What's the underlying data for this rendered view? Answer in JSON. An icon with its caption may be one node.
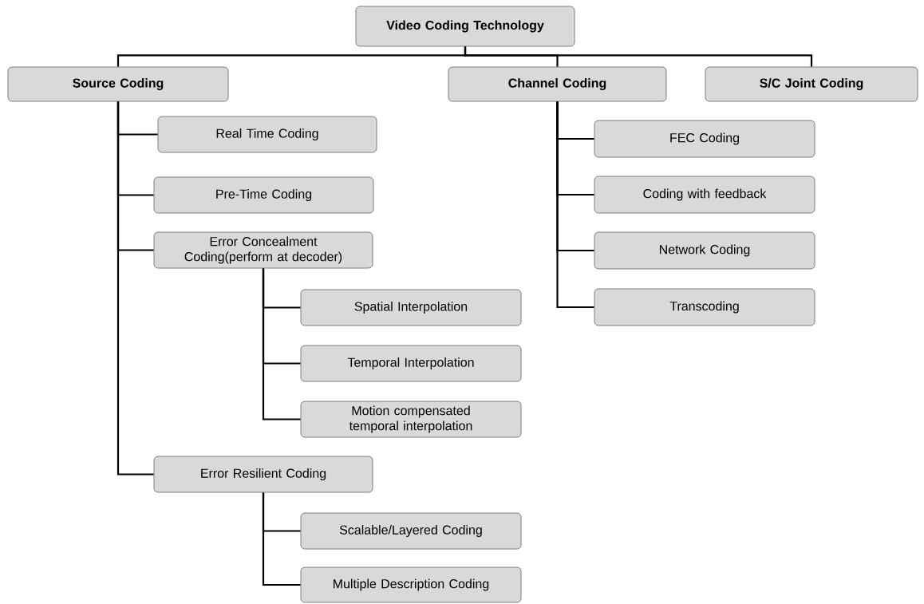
{
  "diagram": {
    "nodes": [
      {
        "text": [
          "Video Coding Technology"
        ]
      },
      {
        "text": [
          "Source Coding"
        ]
      },
      {
        "text": [
          "Channel Coding"
        ]
      },
      {
        "text": [
          "S/C Joint Coding"
        ]
      },
      {
        "text": [
          "Real Time Coding"
        ]
      },
      {
        "text": [
          "Pre-Time Coding"
        ]
      },
      {
        "text": [
          "Error Concealment Coding(perform at decoder)"
        ]
      },
      {
        "text": [
          "Spatial Interpolation"
        ]
      },
      {
        "text": [
          "Temporal Interpolation"
        ]
      },
      {
        "text": [
          "Motion compensated temporal interpolation"
        ]
      },
      {
        "text": [
          "Error Resilient Coding"
        ]
      },
      {
        "text": [
          "Scalable/Layered Coding"
        ]
      },
      {
        "text": [
          "Multiple Description Coding"
        ]
      },
      {
        "text": [
          "FEC Coding"
        ]
      },
      {
        "text": [
          "Coding with feedback"
        ]
      },
      {
        "text": [
          "Network Coding"
        ]
      },
      {
        "text": [
          "Transcoding"
        ]
      }
    ],
    "edges": [
      {
        "from": 0,
        "to": 1,
        "arrow": "none"
      },
      {
        "from": 0,
        "to": 2,
        "arrow": "none"
      },
      {
        "from": 0,
        "to": 3,
        "arrow": "none"
      },
      {
        "from": 1,
        "to": 4,
        "arrow": "none"
      },
      {
        "from": 1,
        "to": 5,
        "arrow": "none"
      },
      {
        "from": 1,
        "to": 6,
        "arrow": "none"
      },
      {
        "from": 6,
        "to": 7,
        "arrow": "none"
      },
      {
        "from": 6,
        "to": 8,
        "arrow": "none"
      },
      {
        "from": 6,
        "to": 9,
        "arrow": "none"
      },
      {
        "from": 1,
        "to": 10,
        "arrow": "none"
      },
      {
        "from": 10,
        "to": 11,
        "arrow": "none"
      },
      {
        "from": 10,
        "to": 12,
        "arrow": "none"
      },
      {
        "from": 2,
        "to": 13,
        "arrow": "none"
      },
      {
        "from": 2,
        "to": 14,
        "arrow": "none"
      },
      {
        "from": 2,
        "to": 15,
        "arrow": "none"
      },
      {
        "from": 2,
        "to": 16,
        "arrow": "none"
      }
    ]
  }
}
